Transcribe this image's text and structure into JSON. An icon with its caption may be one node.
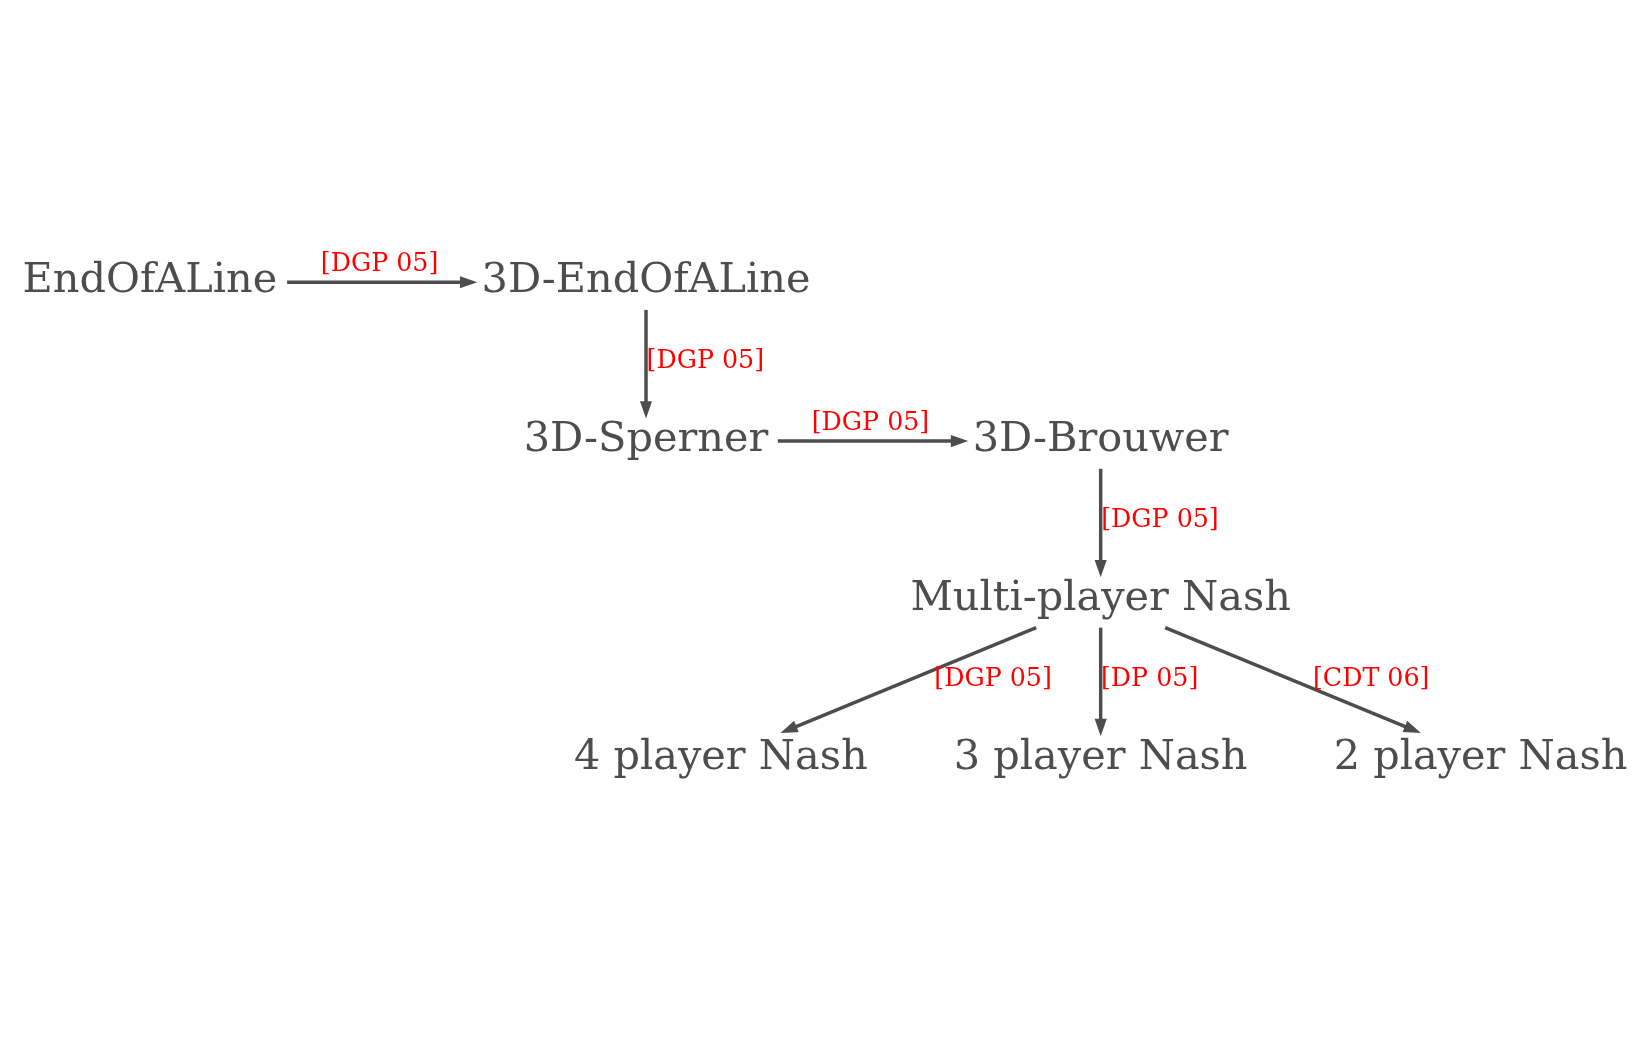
{
  "diagram": {
    "nodes": [
      {
        "text": [
          "EndOfALine"
        ]
      },
      {
        "text": [
          "3D-EndOfALine"
        ]
      },
      {
        "text": [
          "3D-Sperner"
        ]
      },
      {
        "text": [
          "3D-Brouwer"
        ]
      },
      {
        "text": [
          "Multi-player Nash"
        ]
      },
      {
        "text": [
          "4 player Nash"
        ]
      },
      {
        "text": [
          "3 player Nash"
        ]
      },
      {
        "text": [
          "2 player Nash"
        ]
      }
    ],
    "edges": [
      {
        "from": 0,
        "to": 1,
        "arrow": "to",
        "label": "[DGP 05]"
      },
      {
        "from": 1,
        "to": 2,
        "arrow": "to",
        "label": "[DGP 05]"
      },
      {
        "from": 2,
        "to": 3,
        "arrow": "to",
        "label": "[DGP 05]"
      },
      {
        "from": 3,
        "to": 4,
        "arrow": "to",
        "label": "[DGP 05]"
      },
      {
        "from": 4,
        "to": 5,
        "arrow": "to",
        "label": "[DGP 05]"
      },
      {
        "from": 4,
        "to": 6,
        "arrow": "to",
        "label": "[DP 05]"
      },
      {
        "from": 4,
        "to": 7,
        "arrow": "to",
        "label": "[CDT 06]"
      }
    ]
  }
}
